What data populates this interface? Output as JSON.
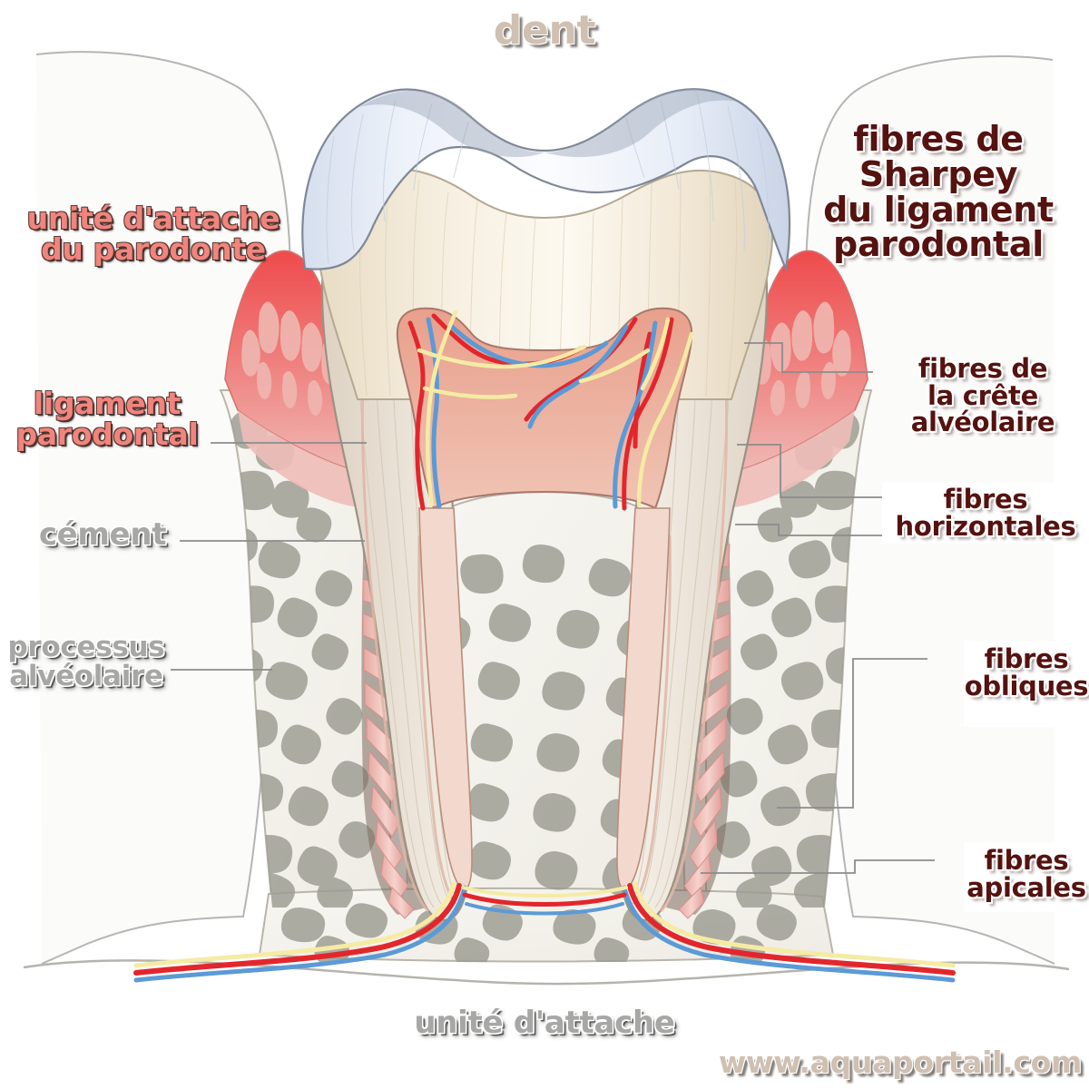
{
  "title": "dent",
  "figure": {
    "subject": "coupe d'une dent et de son parodonte",
    "caption_bottom": "unité d'attache",
    "watermark": "www.aquaportail.com"
  },
  "labels": {
    "top_title": "dent",
    "left": [
      {
        "id": "unite-attache-parodonte",
        "text": "unité d'attache\ndu parodonte",
        "style": "pink"
      },
      {
        "id": "ligament-parodontal",
        "text": "ligament\nparodontal",
        "style": "pink"
      },
      {
        "id": "cement",
        "text": "cément",
        "style": "gray"
      },
      {
        "id": "processus-alveolaire",
        "text": "processus\nalvéolaire",
        "style": "gray"
      }
    ],
    "right": [
      {
        "id": "fibres-sharpey",
        "text": "fibres de\nSharpey\ndu ligament\nparodontal",
        "style": "maroon"
      },
      {
        "id": "fibres-crete-alveolaire",
        "text": "fibres de\nla crête\nalvéolaire",
        "style": "maroon"
      },
      {
        "id": "fibres-horizontales",
        "text": "fibres\nhorizontales",
        "style": "maroon"
      },
      {
        "id": "fibres-obliques",
        "text": "fibres\nobliques",
        "style": "maroon"
      },
      {
        "id": "fibres-apicales",
        "text": "fibres\napicales",
        "style": "maroon"
      }
    ],
    "bottom": {
      "id": "unite-attache",
      "text": "unité d'attache",
      "style": "gray"
    },
    "watermark": {
      "id": "watermark",
      "text": "www.aquaportail.com",
      "style": "tan"
    }
  },
  "colors": {
    "label_pink": "#f1847c",
    "label_maroon": "#55120f",
    "label_gray": "#a7a7a5",
    "label_tan": "#cfc0b2",
    "enamel": "#e3e9f2",
    "dentin": "#f2e7d4",
    "pulp": "#e8a894",
    "gingiva": "#ef6a68",
    "bone": "#f4f2ec",
    "marrow": "#9a9a92",
    "pdl": "#efb7b2",
    "artery": "#e2262c",
    "vein": "#5b9ad6",
    "nerve": "#f7efa8",
    "outline": "#8c8c8c",
    "background": "#ffffff"
  },
  "anatomy_parts": [
    "émail (enamel)",
    "dentine (dentin)",
    "pulpe / chambre pulpaire",
    "cément",
    "gencive (gingiva)",
    "ligament parodontal",
    "os alvéolaire / processus alvéolaire",
    "os trabéculaire (spongieux)",
    "artère, veine, nerf"
  ]
}
